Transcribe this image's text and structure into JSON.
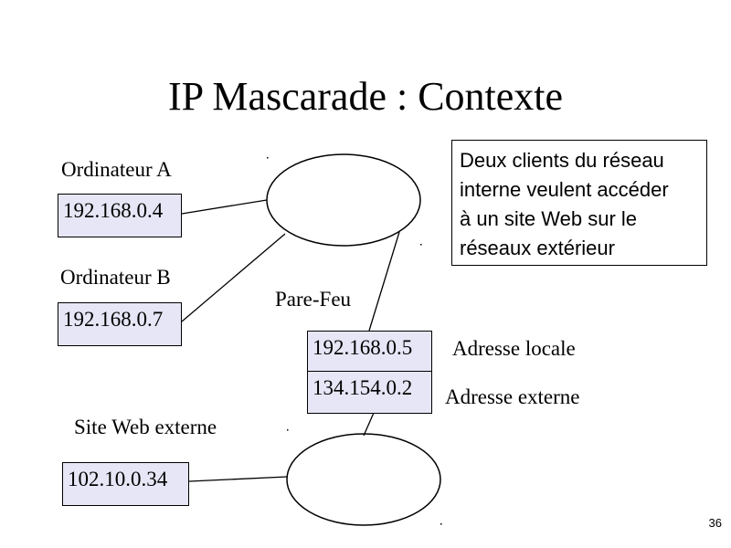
{
  "title": "IP Mascarade : Contexte",
  "computer_a": {
    "label": "Ordinateur A",
    "ip": "192.168.0.4"
  },
  "computer_b": {
    "label": "Ordinateur B",
    "ip": "192.168.0.7"
  },
  "firewall": {
    "label": "Pare-Feu",
    "local_ip": "192.168.0.5",
    "external_ip": "134.154.0.2",
    "local_label": "Adresse locale",
    "external_label": "Adresse externe"
  },
  "website": {
    "label": "Site Web externe",
    "ip": "102.10.0.34"
  },
  "note": {
    "lines": [
      "Deux clients du réseau",
      "interne veulent accéder",
      "à un site Web sur le",
      "réseaux extérieur"
    ]
  },
  "page_number": "36",
  "colors": {
    "box_fill": "#e6e6f6",
    "stroke": "#000000"
  }
}
